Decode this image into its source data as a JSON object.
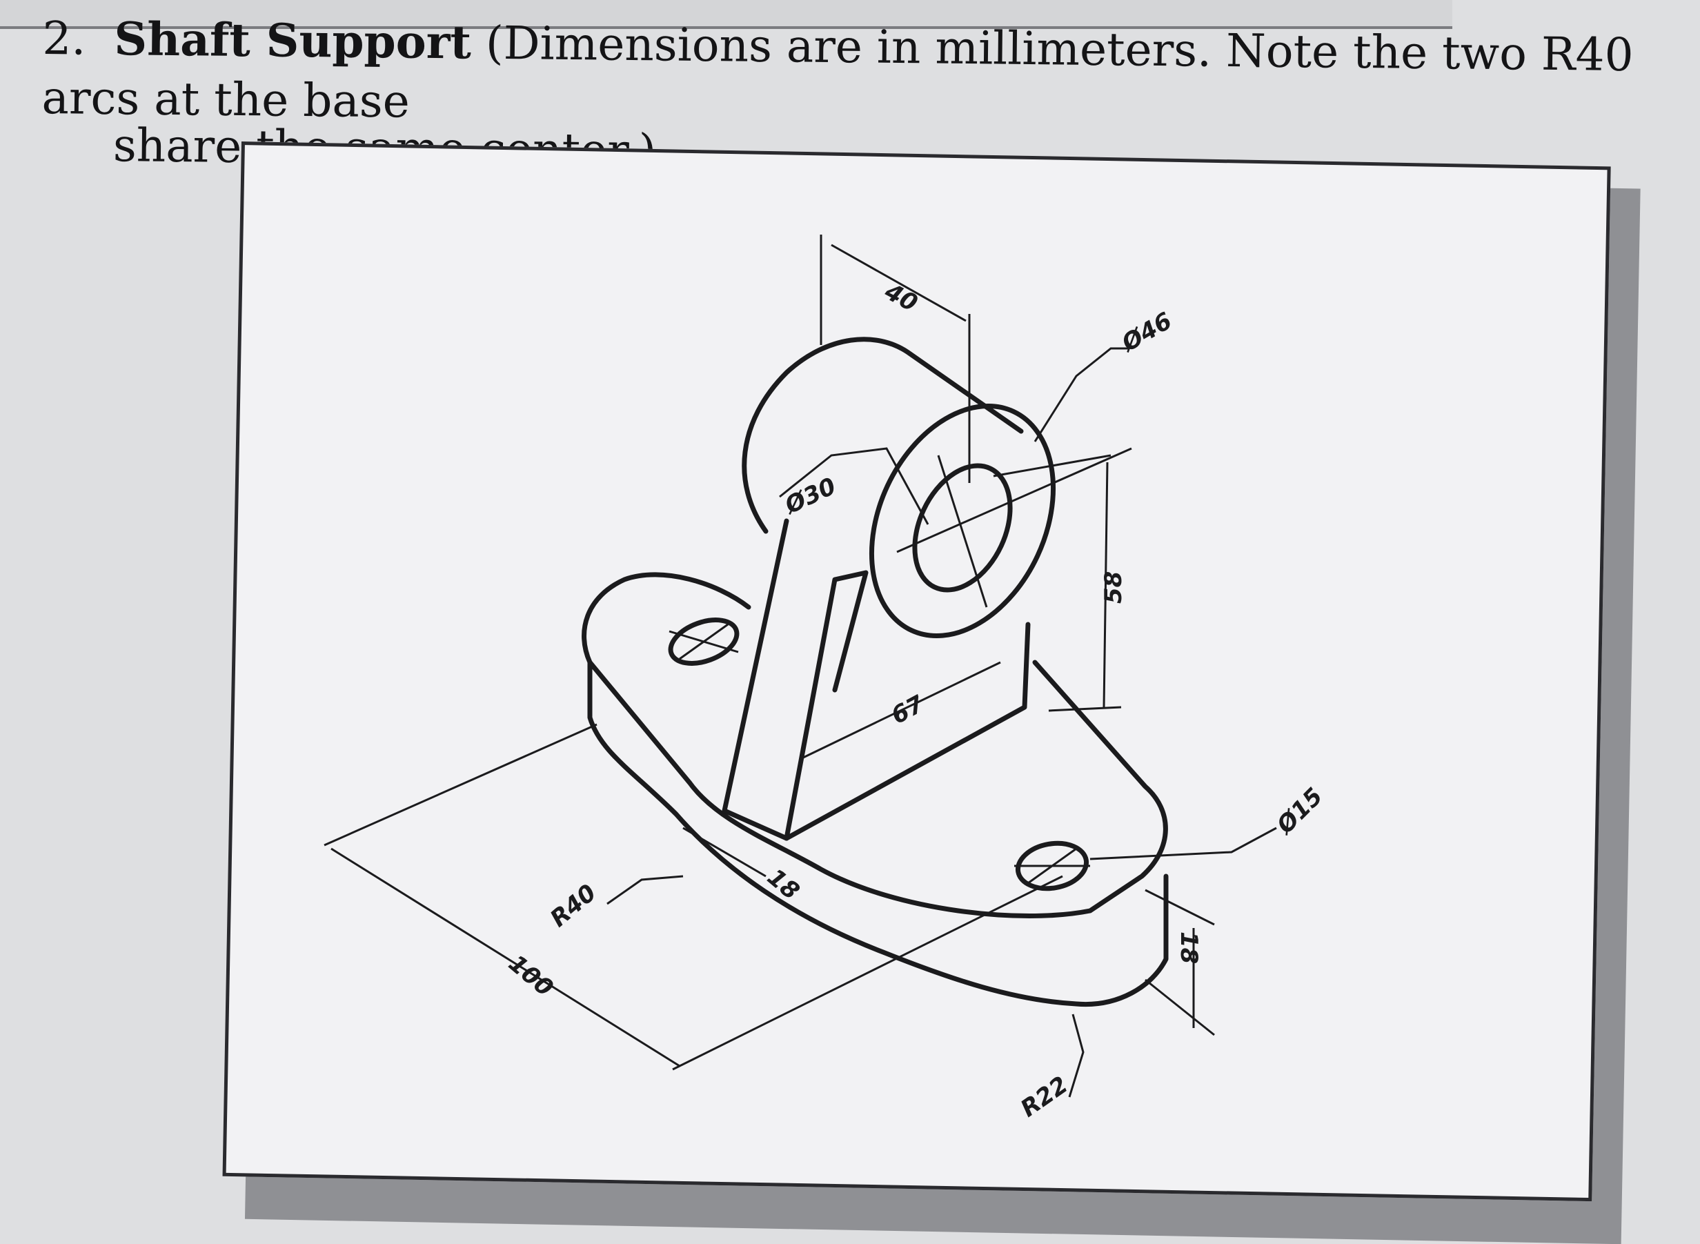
{
  "heading": {
    "number": "2.",
    "title": "Shaft Support",
    "line1_rest": " (Dimensions are in millimeters. Note the two R40 arcs at the base",
    "line2": "share the same center.)"
  },
  "dimensions": {
    "d40": "40",
    "d46": "Ø46",
    "d30": "Ø30",
    "d58": "58",
    "d67": "67",
    "d15": "Ø15",
    "r40": "R40",
    "d18a": "18",
    "d100": "100",
    "d18b": "18",
    "r22": "R22"
  },
  "colors": {
    "ink": "#1b1b1d",
    "paper": "#f2f2f4",
    "background": "#dedfe1"
  }
}
